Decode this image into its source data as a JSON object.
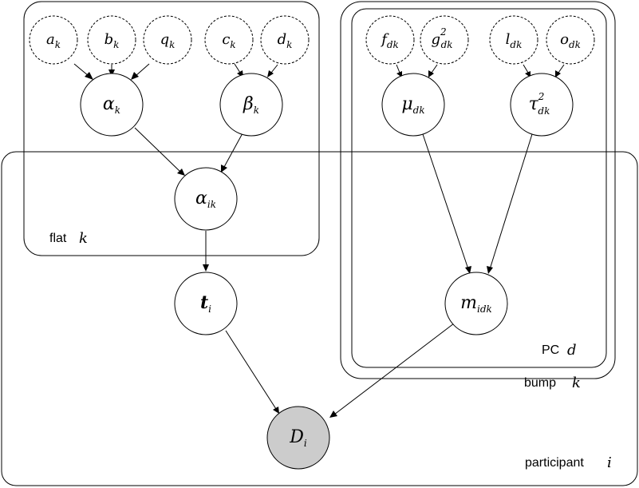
{
  "plates": {
    "flat": {
      "name": "flat",
      "index": "k"
    },
    "bump": {
      "name": "bump",
      "index": "k"
    },
    "pc": {
      "name": "PC",
      "index": "d"
    },
    "participant": {
      "name": "participant",
      "index": "i"
    }
  },
  "nodes": {
    "a_k": {
      "base": "a",
      "sub": "k"
    },
    "b_k": {
      "base": "b",
      "sub": "k"
    },
    "q_k": {
      "base": "q",
      "sub": "k"
    },
    "c_k": {
      "base": "c",
      "sub": "k"
    },
    "d_k": {
      "base": "d",
      "sub": "k"
    },
    "f_dk": {
      "base": "f",
      "sub": "dk"
    },
    "g_dk": {
      "base": "g",
      "sub": "dk",
      "sup": "2"
    },
    "l_dk": {
      "base": "l",
      "sub": "dk"
    },
    "o_dk": {
      "base": "o",
      "sub": "dk"
    },
    "alpha_k": {
      "base": "α",
      "sub": "k"
    },
    "beta_k": {
      "base": "β",
      "sub": "k"
    },
    "mu_dk": {
      "base": "μ",
      "sub": "dk"
    },
    "tau_dk": {
      "base": "τ",
      "sub": "dk",
      "sup": "2"
    },
    "alpha_ik": {
      "base": "α",
      "sub": "ik"
    },
    "t_i": {
      "base": "t",
      "sub": "i"
    },
    "m_idk": {
      "base": "m",
      "sub": "idk"
    },
    "D_i": {
      "base": "D",
      "sub": "i"
    }
  }
}
